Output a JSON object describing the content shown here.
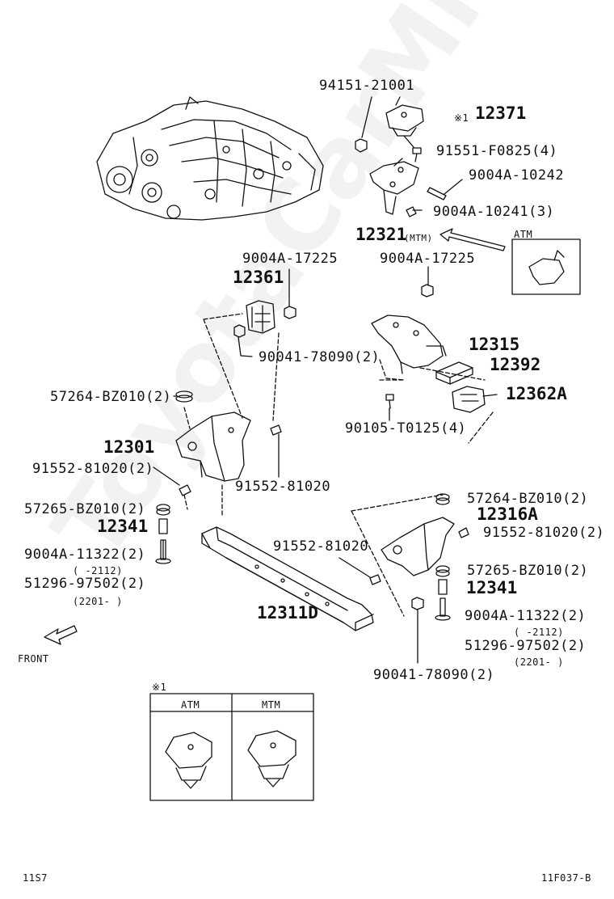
{
  "watermark": "ToyotaCarMir.ru",
  "labels": {
    "p94151": "94151-21001",
    "p12371": "12371",
    "note1_mark": "※1",
    "p91551": "91551-F0825(4)",
    "p9004a_10242": "9004A-10242",
    "p9004a_10241": "9004A-10241(3)",
    "p12321": "12321",
    "p12321_note": "(MTM)",
    "atm_label": "ATM",
    "p9004a_17225_left": "9004A-17225",
    "p9004a_17225_right": "9004A-17225",
    "p12361": "12361",
    "p90041_top": "90041-78090(2)",
    "p12315": "12315",
    "p12392": "12392",
    "p12362a": "12362A",
    "p57264_left": "57264-BZ010(2)",
    "p90105": "90105-T0125(4)",
    "p12301": "12301",
    "p91552_left2": "91552-81020(2)",
    "p91552_mid": "91552-81020",
    "p57264_right": "57264-BZ010(2)",
    "p57265_left": "57265-BZ010(2)",
    "p12316a": "12316A",
    "p12341_left": "12341",
    "p91552_right2": "91552-81020(2)",
    "p91552_center": "91552-81020",
    "p9004a_11322_left": "9004A-11322(2)",
    "p_range_left_1": "(      -2112)",
    "p51296_left": "51296-97502(2)",
    "p_range_left_2": "(2201-     )",
    "p57265_right": "57265-BZ010(2)",
    "p12341_right": "12341",
    "p12311d": "12311D",
    "p9004a_11322_right": "9004A-11322(2)",
    "p_range_right_1": "(      -2112)",
    "p51296_right": "51296-97502(2)",
    "p_range_right_2": "(2201-     )",
    "front": "FRONT",
    "p90041_bottom": "90041-78090(2)",
    "inset_mark": "※1",
    "inset_atm": "ATM",
    "inset_mtm": "MTM",
    "footer_left": "11S7",
    "footer_right": "11F037-B"
  }
}
